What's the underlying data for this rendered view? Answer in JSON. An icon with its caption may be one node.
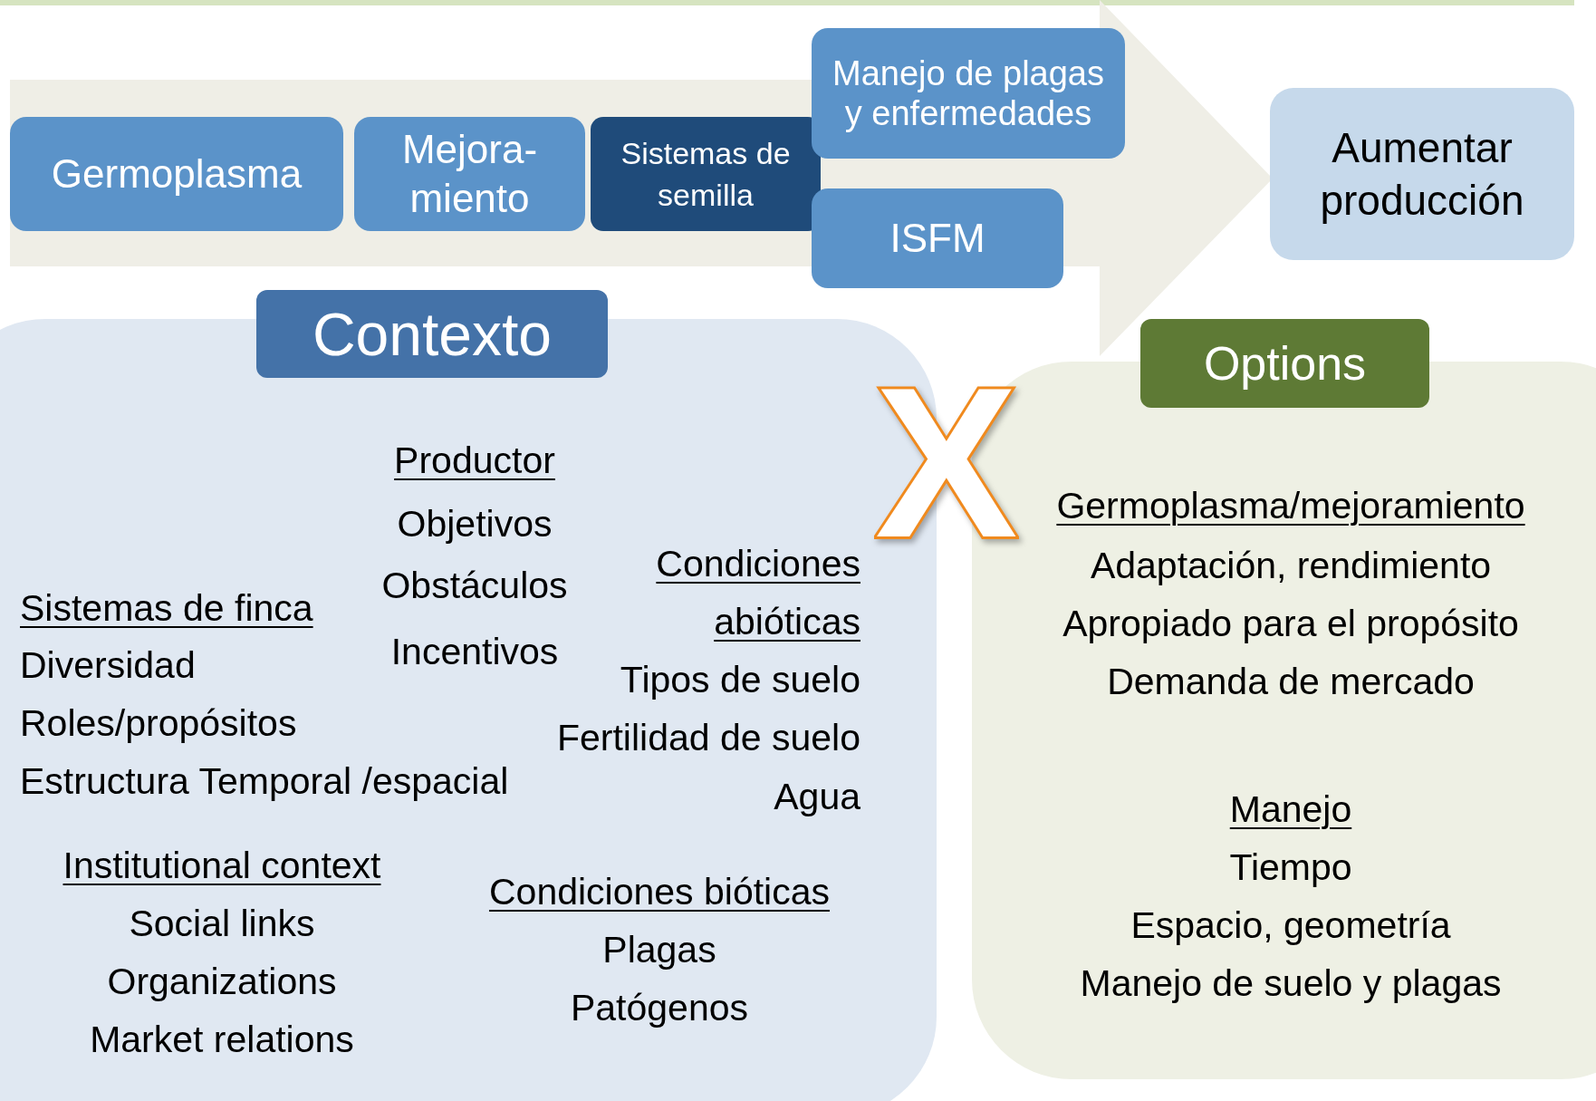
{
  "diagram": {
    "nodes": [
      {
        "text": [
          "Germoplasma"
        ]
      },
      {
        "text": [
          "Mejora- miento"
        ]
      },
      {
        "text": [
          "Sistemas de semilla"
        ]
      },
      {
        "text": [
          "Manejo de plagas y enfermedades"
        ]
      },
      {
        "text": [
          "ISFM"
        ]
      },
      {
        "text": [
          "Aumentar producción"
        ]
      },
      {
        "text": [
          "Contexto"
        ]
      },
      {
        "text": [
          "Productor",
          "Objetivos",
          "Obstáculos",
          "Incentivos",
          "Sistemas de finca",
          "Diversidad",
          "Roles/propósitos",
          "Estructura Temporal /espacial",
          "Condiciones abióticas",
          "Tipos de suelo",
          "Fertilidad de suelo",
          "Agua",
          "Institutional context",
          "Social links",
          "Organizations",
          "Market relations",
          "Condiciones bióticas",
          "Plagas",
          "Patógenos"
        ]
      },
      {
        "text": [
          "Options"
        ]
      },
      {
        "text": [
          "Germoplasma/mejoramiento",
          "Adaptación, rendimiento",
          "Apropiado para el propósito",
          "Demanda de mercado",
          "Manejo",
          "Tiempo",
          "Espacio, geometría",
          "Manejo de suelo y plagas"
        ]
      }
    ],
    "labels": [
      "X"
    ]
  }
}
